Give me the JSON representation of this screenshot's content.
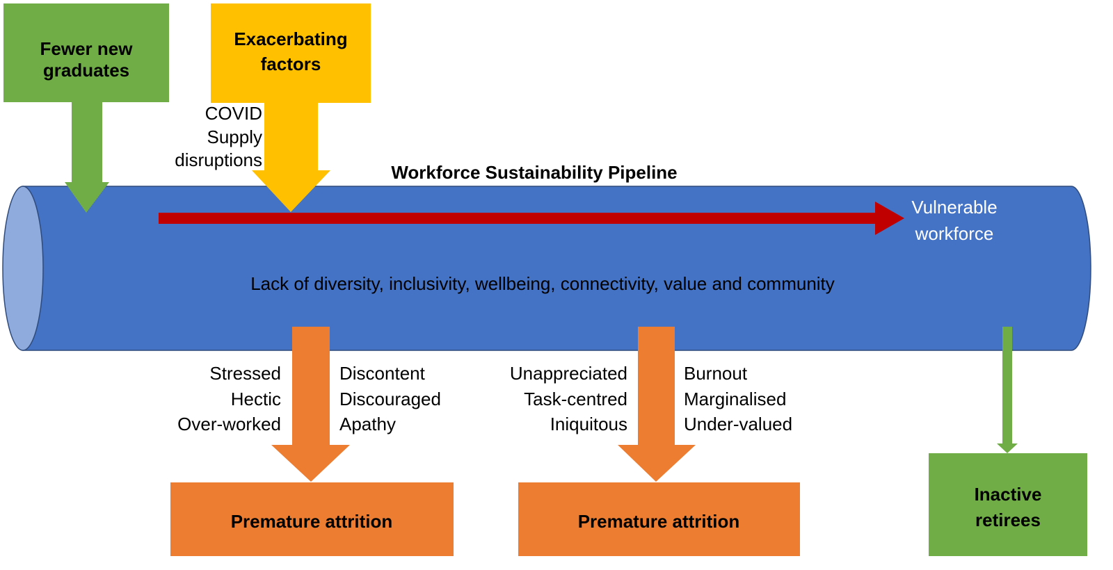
{
  "title": "Workforce Sustainability Pipeline",
  "inputs": {
    "graduates": [
      "Fewer new",
      "graduates"
    ],
    "exacerbating": [
      "Exacerbating",
      "factors"
    ],
    "exacerbating_items": [
      "COVID",
      "Supply",
      "disruptions"
    ]
  },
  "pipeline_text": "Lack of diversity, inclusivity, wellbeing, connectivity, value and community",
  "outcome": [
    "Vulnerable",
    "workforce"
  ],
  "attrition1": {
    "left": [
      "Stressed",
      "Hectic",
      "Over-worked"
    ],
    "right": [
      "Discontent",
      "Discouraged",
      "Apathy"
    ],
    "label": "Premature attrition"
  },
  "attrition2": {
    "left": [
      "Unappreciated",
      "Task-centred",
      "Iniquitous"
    ],
    "right": [
      "Burnout",
      "Marginalised",
      "Under-valued"
    ],
    "label": "Premature attrition"
  },
  "retirees": [
    "Inactive",
    "retirees"
  ],
  "colors": {
    "green": "#70ad47",
    "yellow": "#ffc000",
    "blue": "#4472c4",
    "blue_light": "#8faadc",
    "red": "#c00000",
    "orange": "#ed7d31"
  }
}
